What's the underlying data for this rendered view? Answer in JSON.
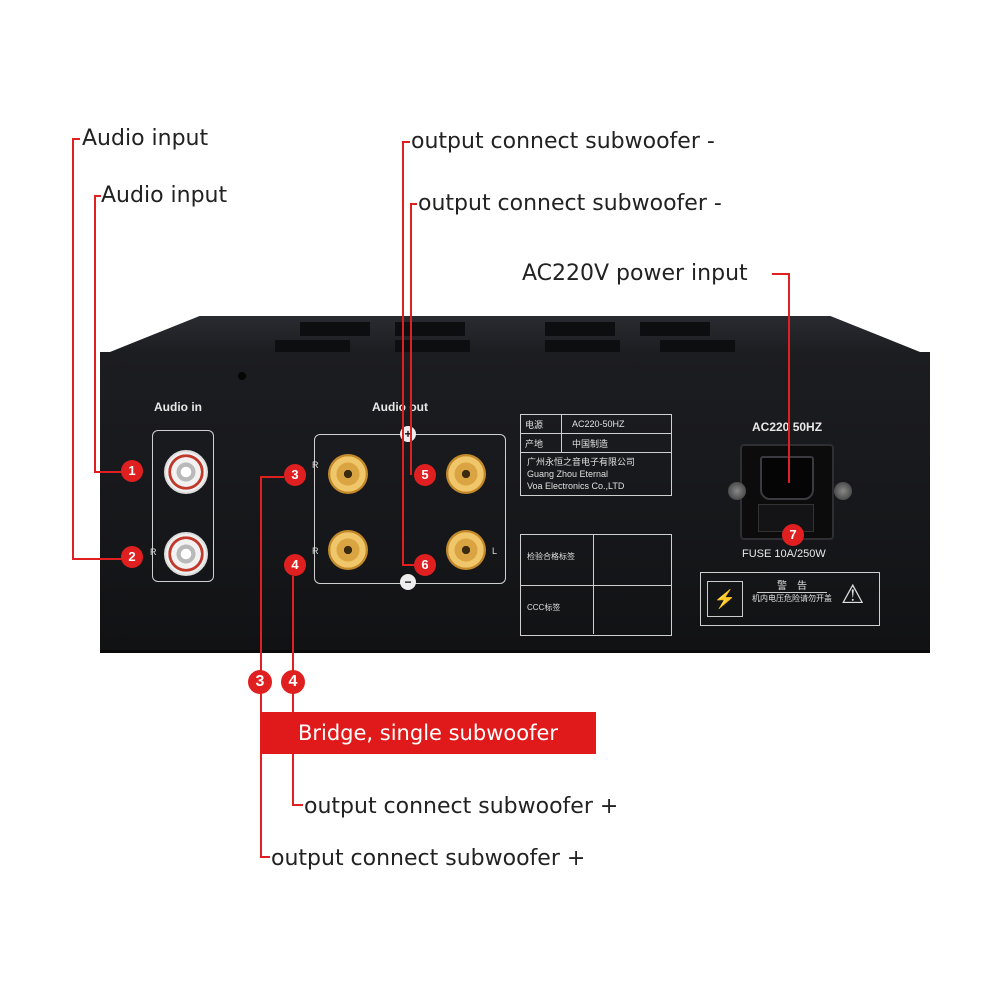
{
  "callouts": {
    "audio_input_1": "Audio input",
    "audio_input_2": "Audio input",
    "output_minus_1": "output connect subwoofer -",
    "output_minus_2": "output connect subwoofer -",
    "power_input": "AC220V power input",
    "output_plus_1": "output connect subwoofer +",
    "output_plus_2": "output connect subwoofer +"
  },
  "banner": "Bridge, single subwoofer",
  "bridge_markers": [
    "3",
    "4"
  ],
  "panel": {
    "audio_in_label": "Audio in",
    "audio_out_label": "Audio out",
    "plus_symbol": "+",
    "minus_symbol": "−",
    "r_label": "R",
    "l_label": "L",
    "badges": [
      "1",
      "2",
      "3",
      "4",
      "5",
      "6",
      "7"
    ],
    "ac_label": "AC220  50HZ",
    "fuse_label": "FUSE  10A/250W",
    "nameplate": {
      "power_key": "电源",
      "power_value": "AC220-50HZ",
      "origin_key": "产地",
      "origin_value": "中国制造",
      "maker_cn": "广州永恒之音电子有限公司",
      "maker_en_1": "Guang Zhou Eternal",
      "maker_en_2": "Voa Electronics Co.,LTD",
      "qc_label": "检验合格标签",
      "ccc_label": "CCC标签"
    },
    "warning_title": "警　告",
    "warning_text": "机内电压危险请勿开盖"
  },
  "colors": {
    "accent": "#e02020",
    "chassis": "#1b1c20"
  }
}
